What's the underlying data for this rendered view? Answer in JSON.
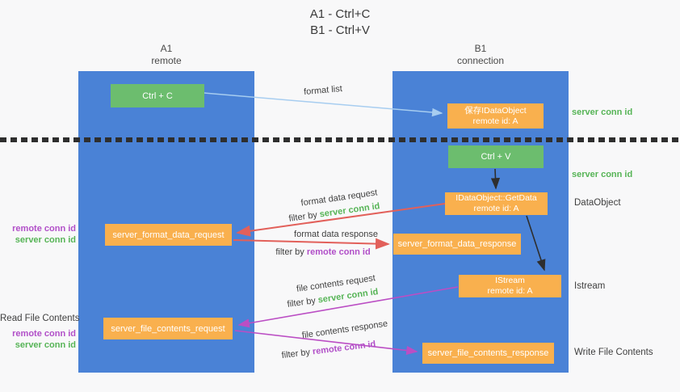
{
  "title": {
    "line1": "A1 - Ctrl+C",
    "line2": "B1 - Ctrl+V"
  },
  "lanes": {
    "a1": {
      "title": "A1",
      "subtitle": "remote"
    },
    "b1": {
      "title": "B1",
      "subtitle": "connection"
    }
  },
  "nodes": {
    "ctrl_c": "Ctrl + C",
    "ctrl_v": "Ctrl + V",
    "save_dataobject": {
      "line1": "保存IDataObject",
      "line2": "remote id: A"
    },
    "getdata": {
      "line1": "IDataObject::GetData",
      "line2": "remote id: A"
    },
    "istream": {
      "line1": "IStream",
      "line2": "remote id: A"
    },
    "format_request": "server_format_data_request",
    "format_response": "server_format_data_response",
    "file_request": "server_file_contents_request",
    "file_response": "server_file_contents_response"
  },
  "labels": {
    "format_list": "format list",
    "format_data_request": "format data request",
    "format_data_response": "format data response",
    "file_contents_request": "file contents request",
    "file_contents_response": "file contents response",
    "filter_by": "filter by ",
    "server_conn_id": "server conn id",
    "remote_conn_id": "remote conn id",
    "dataobject": "DataObject",
    "istream": "Istream",
    "read_file_contents": "Read File Contents",
    "write_file_contents": "Write File Contents"
  },
  "colors": {
    "lane_blue": "#4a82d6",
    "node_green": "#6cbd6e",
    "node_orange": "#f9b04e",
    "arrow_red": "#e2605a",
    "arrow_purple": "#bb4ec4",
    "arrow_light_blue": "#a7cdf0",
    "arrow_black": "#2e2e2e",
    "text_green": "#56b456",
    "text_purple": "#b14fc8"
  }
}
